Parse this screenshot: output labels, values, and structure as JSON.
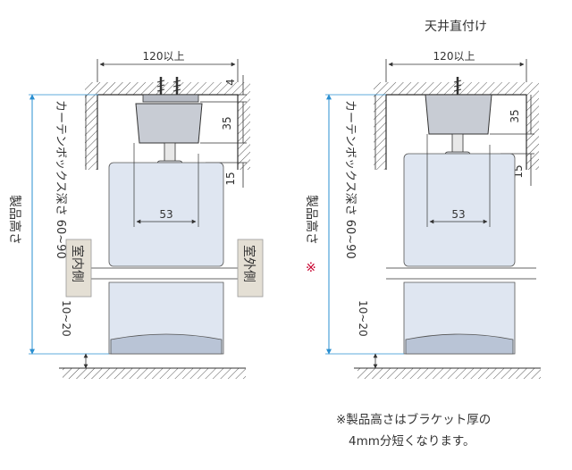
{
  "left": {
    "width_label": "120以上",
    "dim_top": "4",
    "dim_bracket": "35",
    "dim_gap": "15",
    "dim_hole": "53",
    "box_depth_label": "カーテンボックス深さ 60~90",
    "product_height_label": "製品高さ",
    "bottom_gap": "10~20",
    "indoor_label": "室内側",
    "outdoor_label": "室外側"
  },
  "right": {
    "title": "天井直付け",
    "width_label": "120以上",
    "dim_bracket": "35",
    "dim_gap": "15",
    "dim_hole": "53",
    "box_depth_label": "カーテンボックス深さ 60~90",
    "product_height_label": "製品高さ",
    "asterisk": "※",
    "bottom_gap": "10~20"
  },
  "footnote": {
    "line1": "※製品高さはブラケット厚の",
    "line2": "4mm分短くなります。"
  },
  "colors": {
    "dimension_line": "#2a8fd1",
    "curtain_fill": "#dfe6f1",
    "bracket_fill": "#c8ccd4",
    "tag_fill": "#e4dfd4",
    "note_red": "#c8002d"
  }
}
